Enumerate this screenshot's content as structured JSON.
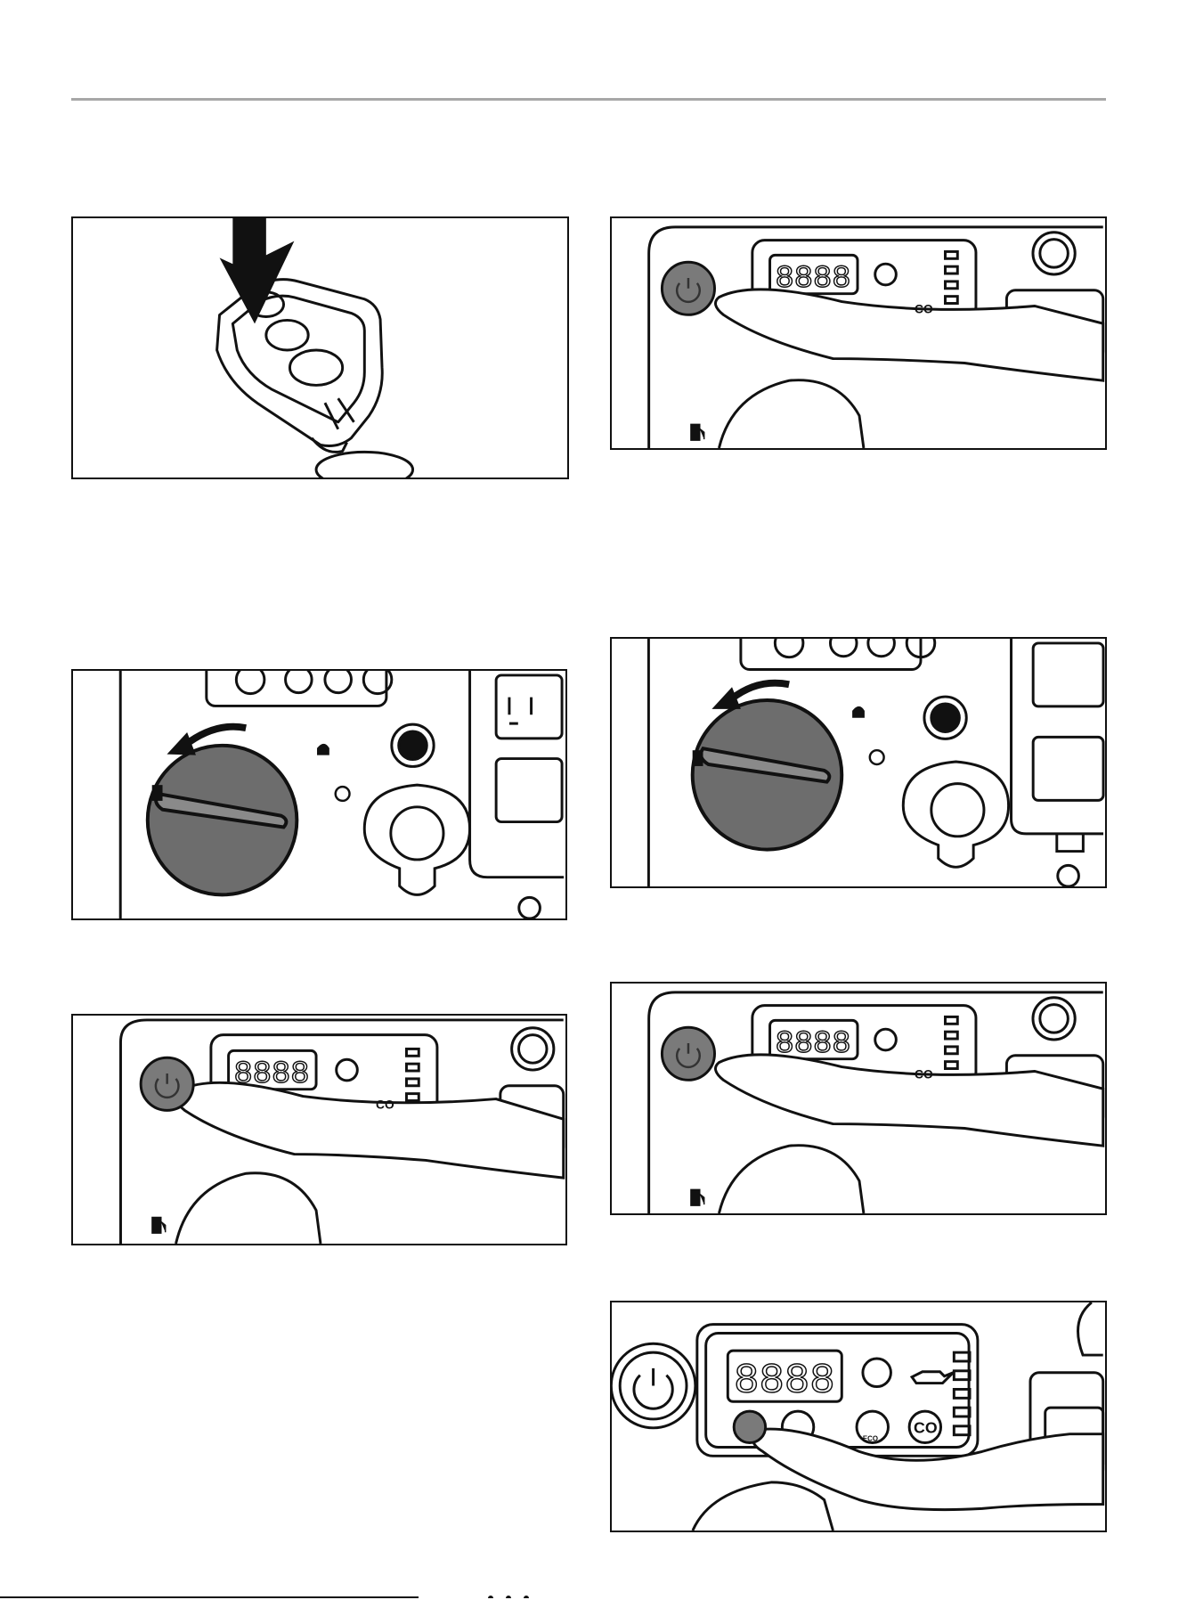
{
  "colors": {
    "line": "#111111",
    "knob": "#6d6d6d",
    "button": "#7a7a7a",
    "paper": "#ffffff",
    "rule": "#a7a7a7"
  },
  "icons": {
    "remote": "key-fob-remote-icon",
    "press_arrow": "down-arrow-icon",
    "power": "power-button-icon",
    "fuel": "fuel-pump-icon",
    "oil": "oil-can-icon",
    "choke": "choke-icon",
    "fuel_valve": "fuel-valve-knob-icon",
    "rotate_arrow": "curved-arrow-icon",
    "eco": "eco-mode-icon",
    "wifi": "wifi-icon",
    "run": "run-icon",
    "bluetooth": "bluetooth-icon"
  },
  "panel": {
    "co_label": "CO",
    "eco_label": "ECO",
    "display_digits": "8888"
  },
  "figures": [
    {
      "id": "remote-fob",
      "illustration": "key-fob-remote-icon"
    },
    {
      "id": "press-start",
      "illustration": "power-button-icon"
    },
    {
      "id": "fuel-valve-left",
      "illustration": "fuel-valve-knob-icon"
    },
    {
      "id": "fuel-valve-right",
      "illustration": "fuel-valve-knob-icon"
    },
    {
      "id": "press-start-left",
      "illustration": "power-button-icon"
    },
    {
      "id": "press-start-right",
      "illustration": "power-button-icon"
    },
    {
      "id": "press-mode",
      "illustration": "bluetooth-icon"
    }
  ]
}
